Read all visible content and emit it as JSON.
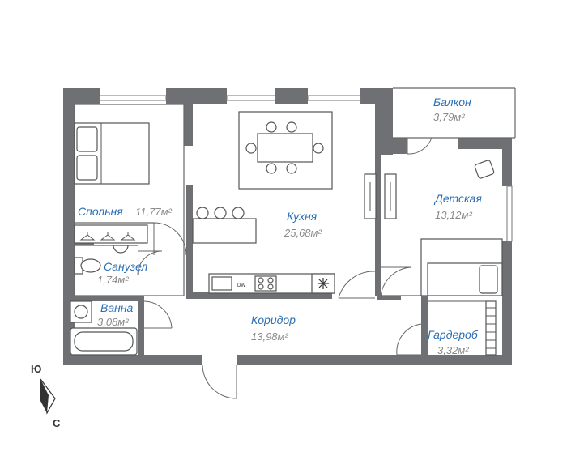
{
  "rooms": {
    "balcony": {
      "name": "Балкон",
      "area": "3,79м²"
    },
    "bedroom": {
      "name": "Спольня",
      "area": "11,77м²"
    },
    "kitchen": {
      "name": "Кухня",
      "area": "25,68м²"
    },
    "kids": {
      "name": "Детская",
      "area": "13,12м²"
    },
    "bathroom_wc": {
      "name": "Санузел",
      "area": "1,74м²"
    },
    "bath": {
      "name": "Ванна",
      "area": "3,08м²"
    },
    "corridor": {
      "name": "Коридор",
      "area": "13,98м²"
    },
    "wardrobe": {
      "name": "Гардероб",
      "area": "3,32м²"
    }
  },
  "appliances": {
    "dishwasher": "DW"
  },
  "compass": {
    "top": "Ю",
    "bottom": "С"
  },
  "colors": {
    "wall": "#6f7073",
    "label": "#2b6fb3",
    "area": "#8a8a8a"
  },
  "icons": {
    "freezer": "snowflake-icon"
  }
}
